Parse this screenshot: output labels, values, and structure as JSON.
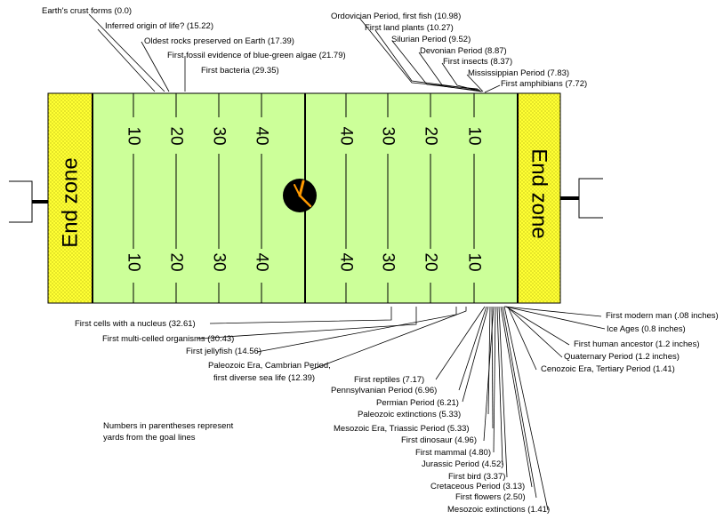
{
  "field": {
    "end_zone_label": "End zone",
    "yard_numbers": [
      "10",
      "20",
      "30",
      "40",
      "40",
      "30",
      "20",
      "10"
    ]
  },
  "note": {
    "line1": "Numbers in parentheses represent",
    "line2": "yards from the goal lines"
  },
  "events_top": [
    {
      "label": "Earth's crust forms (0.0)",
      "yards": 0.0
    },
    {
      "label": "Inferred origin of life? (15.22)",
      "yards": 15.22
    },
    {
      "label": "Oldest rocks preserved on Earth (17.39)",
      "yards": 17.39
    },
    {
      "label": "First fossil evidence of blue-green algae (21.79)",
      "yards": 21.79
    },
    {
      "label": "First bacteria (29.35)",
      "yards": 29.35
    },
    {
      "label": "Ordovician Period, first fish (10.98)",
      "yards": 10.98
    },
    {
      "label": "First land plants (10.27)",
      "yards": 10.27
    },
    {
      "label": "Silurian Period (9.52)",
      "yards": 9.52
    },
    {
      "label": "Devonian Period (8.87)",
      "yards": 8.87
    },
    {
      "label": "First insects (8.37)",
      "yards": 8.37
    },
    {
      "label": "Mississippian Period (7.83)",
      "yards": 7.83
    },
    {
      "label": "First amphibians (7.72)",
      "yards": 7.72
    }
  ],
  "events_bottom": [
    {
      "label": "First cells with a nucleus (32.61)",
      "yards": 32.61
    },
    {
      "label": "First multi-celled organisms (30.43)",
      "yards": 30.43
    },
    {
      "label": "First jellyfish (14.56)",
      "yards": 14.56
    },
    {
      "label": "Paleozoic Era, Cambrian Period,",
      "label2": "first diverse sea life (12.39)",
      "yards": 12.39
    },
    {
      "label": "First reptiles (7.17)",
      "yards": 7.17
    },
    {
      "label": "Pennsylvanian Period (6.96)",
      "yards": 6.96
    },
    {
      "label": "Permian Period (6.21)",
      "yards": 6.21
    },
    {
      "label": "Paleozoic extinctions (5.33)",
      "yards": 5.33
    },
    {
      "label": "Mesozoic Era, Triassic Period (5.33)",
      "yards": 5.33
    },
    {
      "label": "First dinosaur (4.96)",
      "yards": 4.96
    },
    {
      "label": "First mammal (4.80)",
      "yards": 4.8
    },
    {
      "label": "Jurassic Period (4.52)",
      "yards": 4.52
    },
    {
      "label": "First bird (3.37)",
      "yards": 3.37
    },
    {
      "label": "Cretaceous Period (3.13)",
      "yards": 3.13
    },
    {
      "label": "First flowers (2.50)",
      "yards": 2.5
    },
    {
      "label": "Mesozoic extinctions (1.41)",
      "yards": 1.41
    },
    {
      "label": "First modern man (.08 inches)",
      "yards": 0.002
    },
    {
      "label": "Ice Ages (0.8 inches)",
      "yards": 0.022
    },
    {
      "label": "First human ancestor (1.2 inches)",
      "yards": 0.033
    },
    {
      "label": "Quaternary Period (1.2 inches)",
      "yards": 0.033
    },
    {
      "label": "Cenozoic Era, Tertiary Period (1.41)",
      "yards": 1.41
    }
  ],
  "colors": {
    "field": "#ccff99",
    "end_zone": "#ffff33",
    "line": "#000000"
  }
}
